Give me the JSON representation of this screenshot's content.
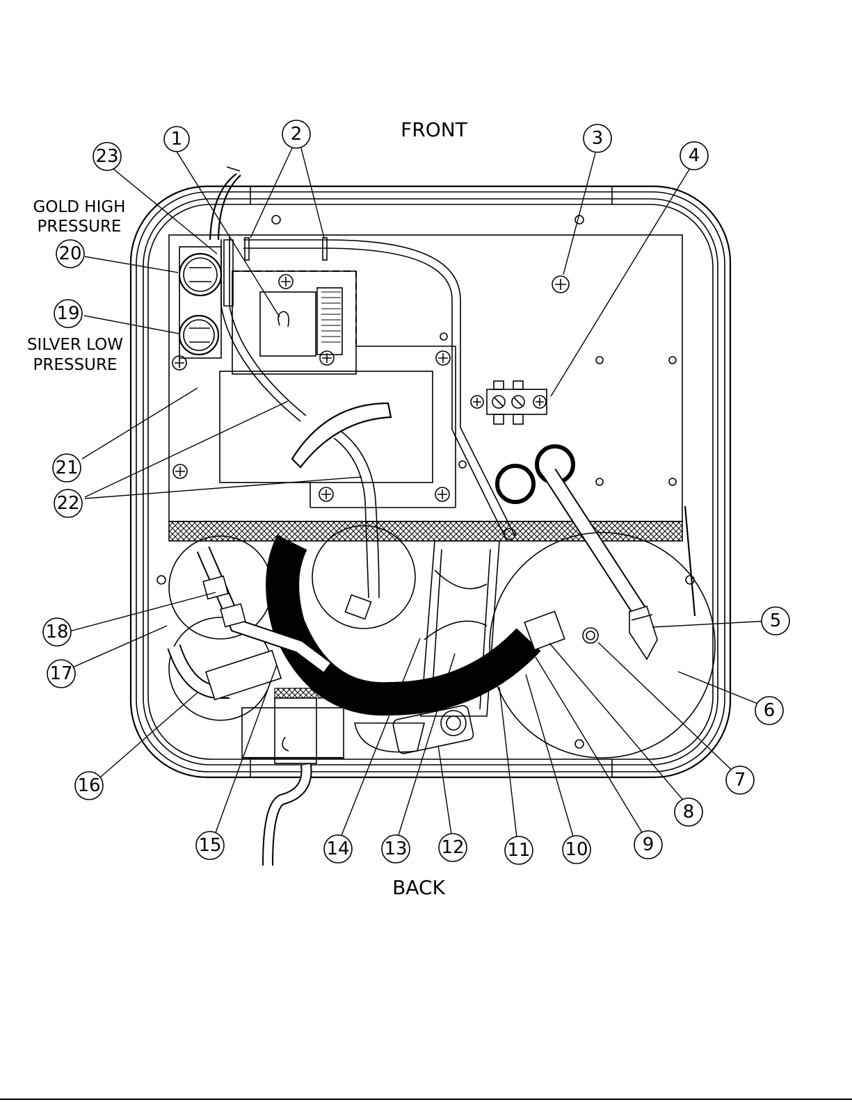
{
  "labels": {
    "front": "FRONT",
    "back": "BACK",
    "gold_high_1": "GOLD HIGH",
    "gold_high_2": "PRESSURE",
    "silver_low_1": "SILVER LOW",
    "silver_low_2": "PRESSURE"
  },
  "callouts": [
    "1",
    "2",
    "3",
    "4",
    "5",
    "6",
    "7",
    "8",
    "9",
    "10",
    "11",
    "12",
    "13",
    "14",
    "15",
    "16",
    "17",
    "18",
    "19",
    "20",
    "21",
    "22",
    "23"
  ]
}
